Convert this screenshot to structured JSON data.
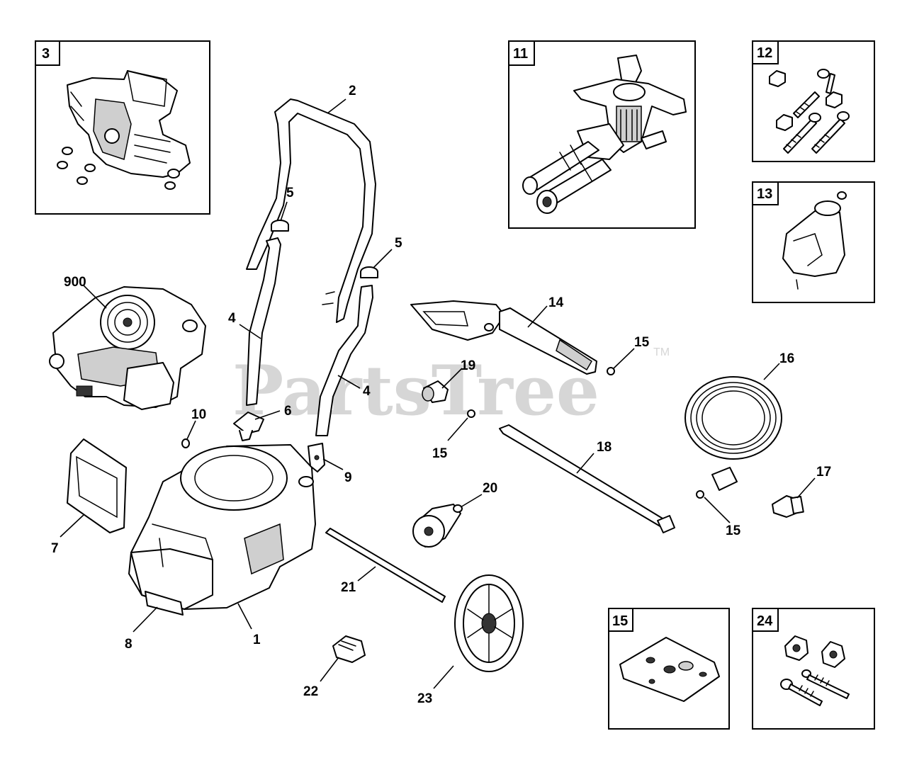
{
  "watermark": {
    "text": "PartsTree",
    "tm": "TM"
  },
  "inset_boxes": [
    {
      "id": "box-3",
      "label": "3"
    },
    {
      "id": "box-11",
      "label": "11"
    },
    {
      "id": "box-12",
      "label": "12"
    },
    {
      "id": "box-13",
      "label": "13"
    },
    {
      "id": "box-15",
      "label": "15"
    },
    {
      "id": "box-24",
      "label": "24"
    }
  ],
  "callouts": [
    {
      "id": "c-2",
      "label": "2"
    },
    {
      "id": "c-5a",
      "label": "5"
    },
    {
      "id": "c-5b",
      "label": "5"
    },
    {
      "id": "c-900",
      "label": "900"
    },
    {
      "id": "c-4a",
      "label": "4"
    },
    {
      "id": "c-4b",
      "label": "4"
    },
    {
      "id": "c-6",
      "label": "6"
    },
    {
      "id": "c-10",
      "label": "10"
    },
    {
      "id": "c-9",
      "label": "9"
    },
    {
      "id": "c-7",
      "label": "7"
    },
    {
      "id": "c-8",
      "label": "8"
    },
    {
      "id": "c-1",
      "label": "1"
    },
    {
      "id": "c-14",
      "label": "14"
    },
    {
      "id": "c-15a",
      "label": "15"
    },
    {
      "id": "c-19",
      "label": "19"
    },
    {
      "id": "c-15b",
      "label": "15"
    },
    {
      "id": "c-16",
      "label": "16"
    },
    {
      "id": "c-18",
      "label": "18"
    },
    {
      "id": "c-17",
      "label": "17"
    },
    {
      "id": "c-15c",
      "label": "15"
    },
    {
      "id": "c-20",
      "label": "20"
    },
    {
      "id": "c-21",
      "label": "21"
    },
    {
      "id": "c-22",
      "label": "22"
    },
    {
      "id": "c-23",
      "label": "23"
    }
  ]
}
